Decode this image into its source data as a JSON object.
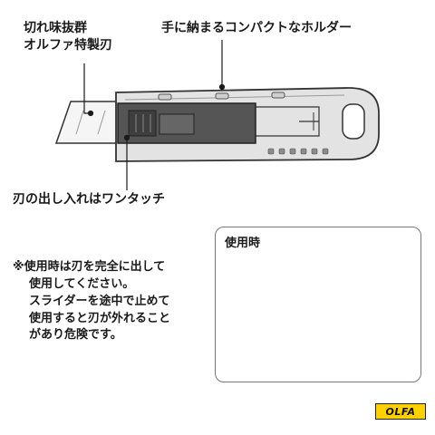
{
  "labels": {
    "blade_line1": "切れ味抜群",
    "blade_line2": "オルファ特製刃",
    "holder": "手に納まるコンパクトなホルダー",
    "one_touch": "刃の出し入れはワンタッチ"
  },
  "note": {
    "line1": "※使用時は刃を完全に出して",
    "line2": "使用してください。",
    "line3": "スライダーを途中で止めて",
    "line4": "使用すると刃が外れること",
    "line5": "があり危険です。"
  },
  "panel": {
    "title": "使用時",
    "correct_symbol": "circle-icon",
    "wrong_symbol": "cross-icon"
  },
  "logo": {
    "text": "OLFA",
    "color": "#ffd100"
  },
  "colors": {
    "body": "#e8e8e8",
    "slider": "#555555",
    "outline": "#333333"
  }
}
